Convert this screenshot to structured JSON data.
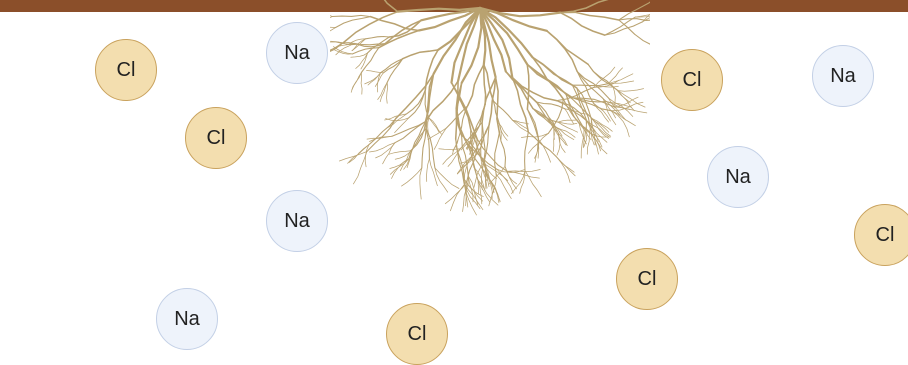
{
  "colors": {
    "soil_line": "#8b4f2a",
    "root": "#b9a270",
    "cl_fill": "#f3deaf",
    "cl_border": "#c9a25d",
    "na_fill": "#eef3fb",
    "na_border": "#c3d0e6"
  },
  "ions": {
    "cl_1": "Cl",
    "cl_2": "Cl",
    "cl_3": "Cl",
    "cl_4": "Cl",
    "cl_5": "Cl",
    "cl_6": "Cl",
    "na_1": "Na",
    "na_2": "Na",
    "na_3": "Na",
    "na_4": "Na",
    "na_5": "Na"
  }
}
